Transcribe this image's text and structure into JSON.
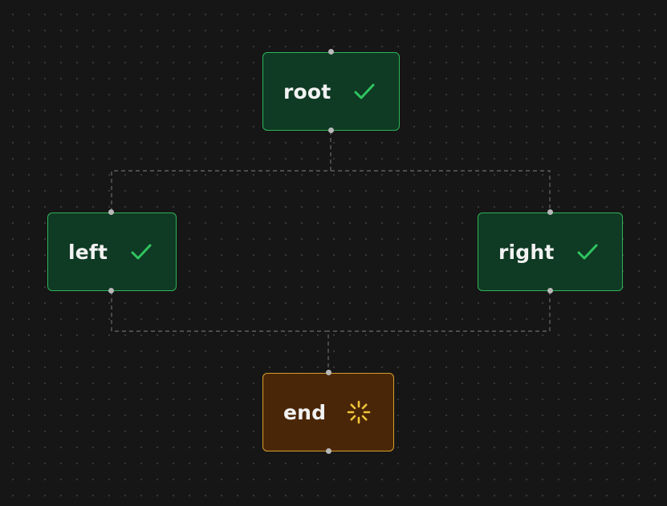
{
  "workflow": {
    "nodes": [
      {
        "id": "root",
        "label": "root",
        "status": "success",
        "icon": "check-icon"
      },
      {
        "id": "left",
        "label": "left",
        "status": "success",
        "icon": "check-icon"
      },
      {
        "id": "right",
        "label": "right",
        "status": "success",
        "icon": "check-icon"
      },
      {
        "id": "end",
        "label": "end",
        "status": "running",
        "icon": "spinner-icon"
      }
    ],
    "edges": [
      {
        "from": "root",
        "to": "left"
      },
      {
        "from": "root",
        "to": "right"
      },
      {
        "from": "left",
        "to": "end"
      },
      {
        "from": "right",
        "to": "end"
      }
    ]
  },
  "colors": {
    "background": "#171616",
    "success_fill": "#0f3a24",
    "success_border": "#2bb457",
    "success_icon": "#2fc55f",
    "running_fill": "#4a2608",
    "running_border": "#d6a02a",
    "running_icon": "#f0c53b",
    "edge": "#5e5e5e",
    "handle": "#b9b9b9"
  }
}
